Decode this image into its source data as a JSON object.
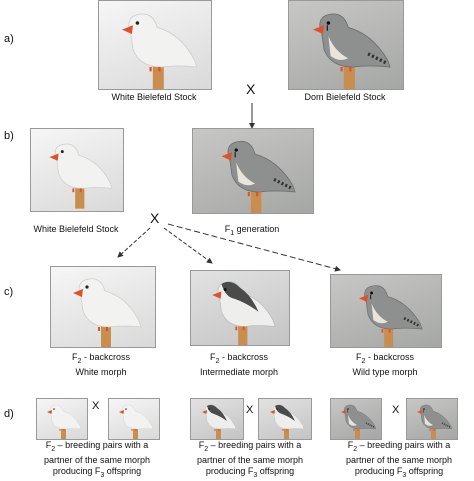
{
  "panels": [
    {
      "label": "a)"
    },
    {
      "label": "b)"
    },
    {
      "label": "c)"
    },
    {
      "label": "d)"
    }
  ],
  "a": {
    "left_caption": "White Bielefeld Stock",
    "right_caption": "Dom Bielefeld Stock",
    "cross": "X"
  },
  "b": {
    "left_caption": "White Bielefeld Stock",
    "right_caption_main": "F",
    "right_caption_sub": "1",
    "right_caption_rest": " generation",
    "cross": "X"
  },
  "c": {
    "items": [
      {
        "line1_main": "F",
        "line1_sub": "2",
        "line1_rest": " - backcross",
        "line2": "White morph"
      },
      {
        "line1_main": "F",
        "line1_sub": "2",
        "line1_rest": " - backcross",
        "line2": "Intermediate morph"
      },
      {
        "line1_main": "F",
        "line1_sub": "2",
        "line1_rest": " - backcross",
        "line2": "Wild type morph"
      }
    ]
  },
  "d": {
    "cross": "X",
    "line1_main": "F",
    "line1_sub": "2",
    "line1_rest": " – breeding pairs with a",
    "line2": "partner of the same morph",
    "line3_main": "producing F",
    "line3_sub": "3",
    "line3_rest": " offspring"
  },
  "colors": {
    "white_bird": "#f2f2f0",
    "grey_bird": "#8e9090",
    "beak": "#e2502a",
    "arrow": "#333333"
  }
}
